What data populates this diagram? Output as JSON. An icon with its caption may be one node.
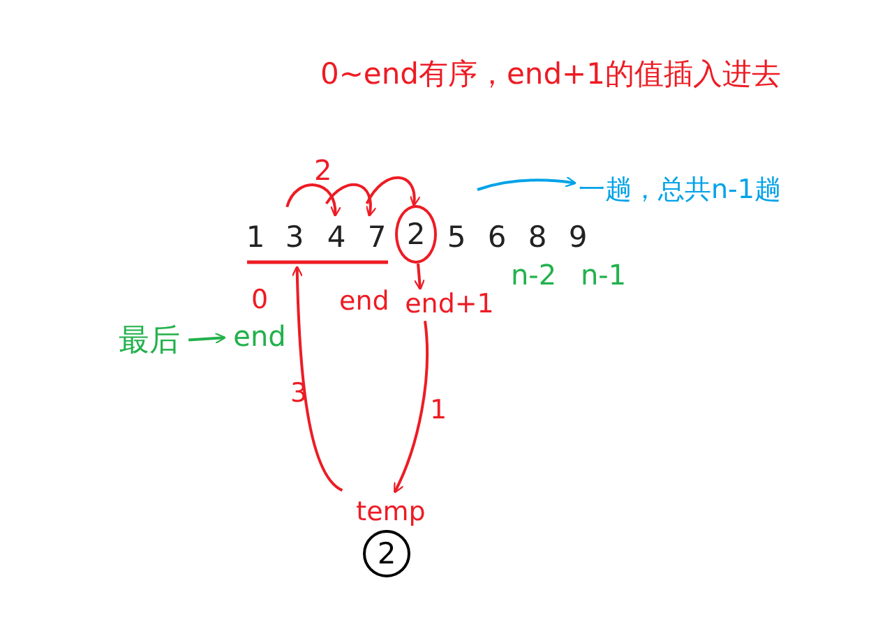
{
  "diagram": {
    "title": "0~end有序，end+1的值插入进去",
    "nodes": [
      {
        "text": [
          "1"
        ]
      },
      {
        "text": [
          "3"
        ]
      },
      {
        "text": [
          "4"
        ]
      },
      {
        "text": [
          "7"
        ]
      },
      {
        "text": [
          "2"
        ]
      },
      {
        "text": [
          "5"
        ]
      },
      {
        "text": [
          "6"
        ]
      },
      {
        "text": [
          "8"
        ]
      },
      {
        "text": [
          "9"
        ]
      },
      {
        "text": [
          "end+1"
        ]
      },
      {
        "text": [
          "temp"
        ]
      },
      {
        "text": [
          "2"
        ]
      },
      {
        "text": [
          "最后"
        ]
      },
      {
        "text": [
          "end"
        ]
      },
      {
        "text": [
          "一趟，总共n-1趟"
        ]
      }
    ],
    "edges": [
      {
        "from": 1,
        "to": 2,
        "arrow": "to"
      },
      {
        "from": 2,
        "to": 3,
        "arrow": "to"
      },
      {
        "from": 3,
        "to": 4,
        "arrow": "to"
      },
      {
        "from": 4,
        "to": 9,
        "arrow": "to"
      },
      {
        "from": 9,
        "to": 10,
        "arrow": "to",
        "label": "1"
      },
      {
        "from": 10,
        "to": 1,
        "arrow": "to",
        "label": "3"
      },
      {
        "from": 12,
        "to": 13,
        "arrow": "to",
        "color": "#22b14c"
      },
      {
        "from": null,
        "to": 14,
        "arrow": "to",
        "color": "#00a2e8"
      }
    ],
    "labels": [
      "2",
      "0",
      "end",
      "n-2",
      "n-1"
    ]
  }
}
